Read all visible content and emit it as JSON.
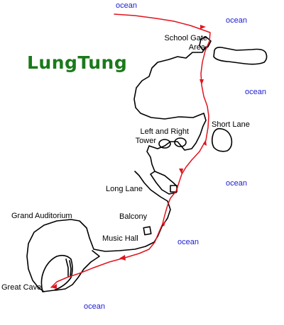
{
  "map": {
    "title": "LungTung",
    "colors": {
      "title": "#1a7a1a",
      "ocean_label": "#1b1bd0",
      "route": "#e0141e",
      "coast": "#000000"
    },
    "ocean_labels": [
      "ocean",
      "ocean",
      "ocean",
      "ocean",
      "ocean",
      "ocean"
    ],
    "places": {
      "school_gate_area": [
        "School Gate",
        "Area"
      ],
      "short_lane": "Short Lane",
      "left_right_tower": [
        "Left and Right",
        "Tower"
      ],
      "long_lane": "Long Lane",
      "grand_auditorium": "Grand Auditorium",
      "balcony": "Balcony",
      "music_hall": "Music Hall",
      "great_cave": "Great Cave"
    }
  }
}
